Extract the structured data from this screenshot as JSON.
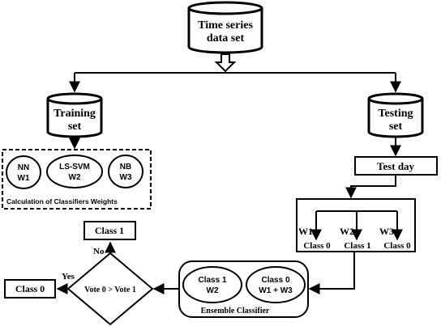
{
  "nodes": {
    "data_set": {
      "line1": "Time series",
      "line2": "data set"
    },
    "training": {
      "line1": "Training",
      "line2": "set"
    },
    "testing": {
      "line1": "Testing",
      "line2": "set"
    },
    "nn": {
      "line1": "NN",
      "line2": "W1"
    },
    "lssvm": {
      "line1": "LS-SVM",
      "line2": "W2"
    },
    "nb": {
      "line1": "NB",
      "line2": "W3"
    },
    "weights_caption": "Calculation of Classifiers Weights",
    "test_day": "Test day",
    "w1": "W1",
    "w2": "W2",
    "w3": "W3",
    "class0_a": "Class 0",
    "class1_mid": "Class 1",
    "class0_b": "Class 0",
    "ens_left": {
      "line1": "Class 1",
      "line2": "W2"
    },
    "ens_right": {
      "line1": "Class 0",
      "line2": "W1 + W3"
    },
    "ensemble_caption": "Ensemble  Classifier",
    "decision": "Vote 0 > Vote 1",
    "yes": "Yes",
    "no": "No",
    "result_class1": "Class 1",
    "result_class0": "Class 0"
  }
}
